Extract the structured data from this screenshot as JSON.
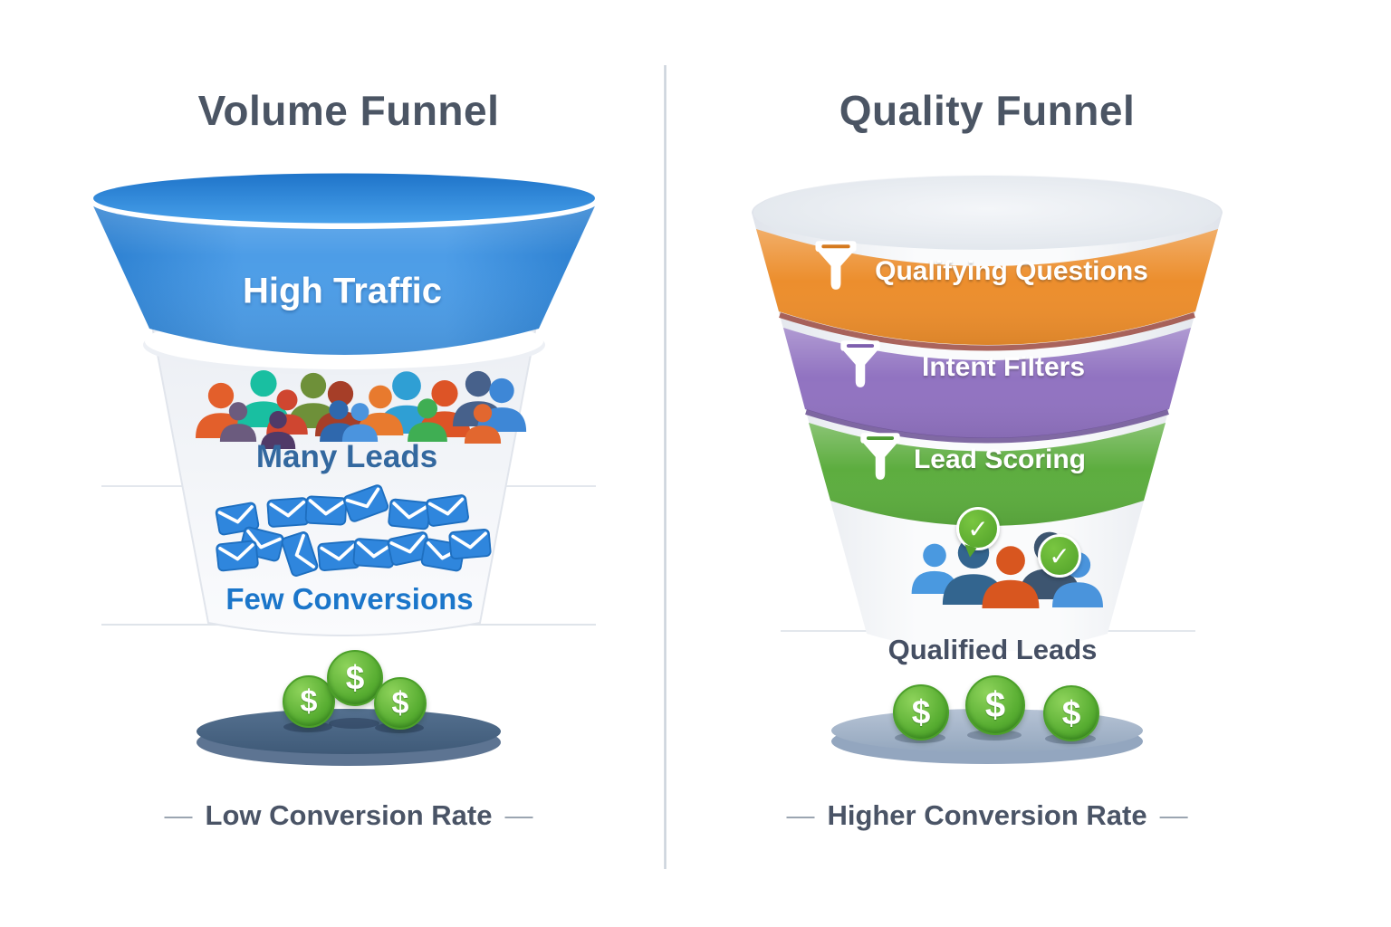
{
  "left_funnel": {
    "title": "Volume Funnel",
    "stage_top": "High Traffic",
    "stage_mid": "Many Leads",
    "stage_low": "Few Conversions",
    "caption": "Low Conversion Rate"
  },
  "right_funnel": {
    "title": "Quality Funnel",
    "stages": [
      {
        "label": "Qualifying Questions",
        "color": "#ec8e2d"
      },
      {
        "label": "Intent Filters",
        "color": "#9173c1"
      },
      {
        "label": "Lead Scoring",
        "color": "#5dad3f"
      }
    ],
    "result_label": "Qualified Leads",
    "caption": "Higher Conversion Rate"
  },
  "symbols": {
    "dollar": "$",
    "check": "✓",
    "dash": "—"
  },
  "icons": {
    "funnel-icon": "filter funnel glyph",
    "person-icon": "person silhouette 👤",
    "envelope-icon": "envelope ✉",
    "dollar-coin-icon": "green coin with $",
    "checkmark-icon": "green badge with ✓"
  },
  "colors": {
    "title_text": "#4b5564",
    "funnel_blue": "#3b92e2",
    "funnel_body_gray": "#f1f3f7",
    "many_leads_text": "#33689f",
    "few_conversions_text": "#1b76ca",
    "band_orange": "#ec8e2d",
    "band_purple": "#9173c1",
    "band_green": "#5dad3f",
    "coin_green": "#57ad31",
    "base_left_dark": "#46617f",
    "base_right_light": "#a9b9cd",
    "caption_text": "#4a5466"
  }
}
